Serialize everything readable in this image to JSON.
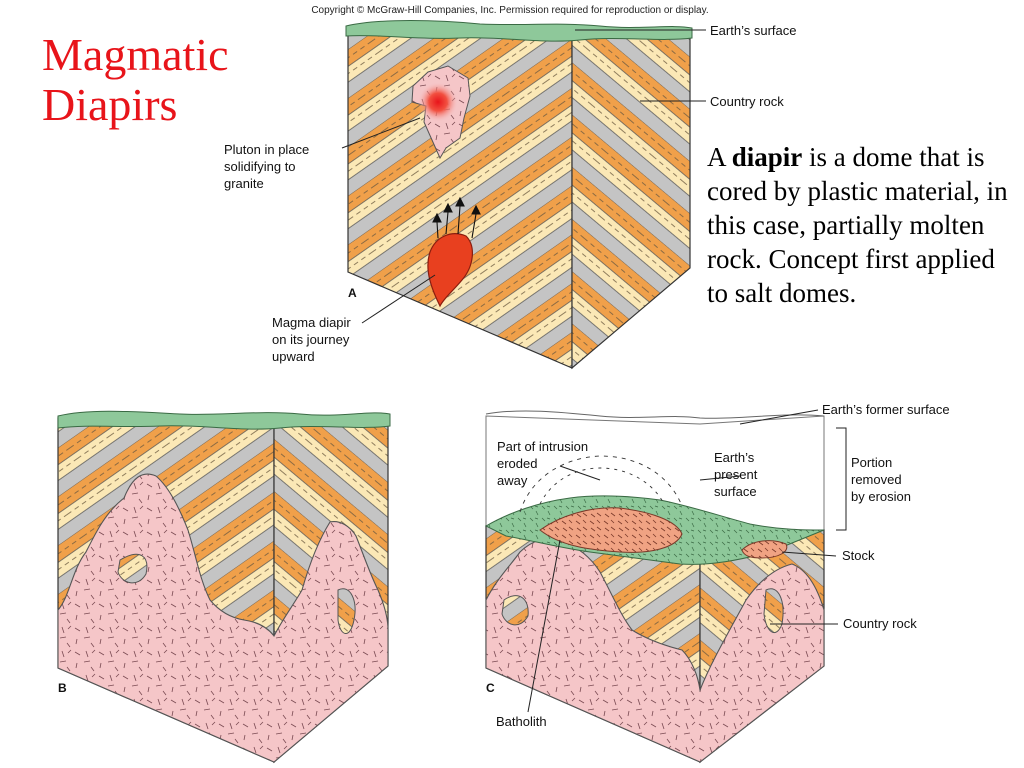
{
  "copyright": "Copyright © McGraw-Hill Companies, Inc. Permission required for reproduction or display.",
  "title": {
    "line1": "Magmatic",
    "line2": "Diapirs"
  },
  "description": {
    "lead": "A",
    "term": "diapir",
    "rest": "is a dome that is cored by plastic material, in this case, partially molten rock. Concept first applied to salt domes."
  },
  "panel_a": {
    "letter": "A",
    "labels": {
      "earth_surface": "Earth’s surface",
      "country_rock": "Country rock",
      "pluton": [
        "Pluton in place",
        "solidifying to",
        "granite"
      ],
      "magma_diapir": [
        "Magma diapir",
        "on its journey",
        "upward"
      ]
    }
  },
  "panel_b": {
    "letter": "B"
  },
  "panel_c": {
    "letter": "C",
    "labels": {
      "former_surface": "Earth’s former surface",
      "eroded": [
        "Part of intrusion",
        "eroded",
        "away"
      ],
      "present_surface": [
        "Earth’s",
        "present",
        "surface"
      ],
      "portion_removed": [
        "Portion",
        "removed",
        "by erosion"
      ],
      "stock": "Stock",
      "country_rock": "Country rock",
      "batholith": "Batholith"
    }
  },
  "colors": {
    "title": "#e8141a",
    "stripe_orange": "#f0a04a",
    "stripe_cream": "#fbe8b6",
    "stripe_gray": "#c4c4c4",
    "surface_green": "#8ec89a",
    "granite_pink": "#f5c6c8",
    "magma_red": "#e8401f"
  }
}
